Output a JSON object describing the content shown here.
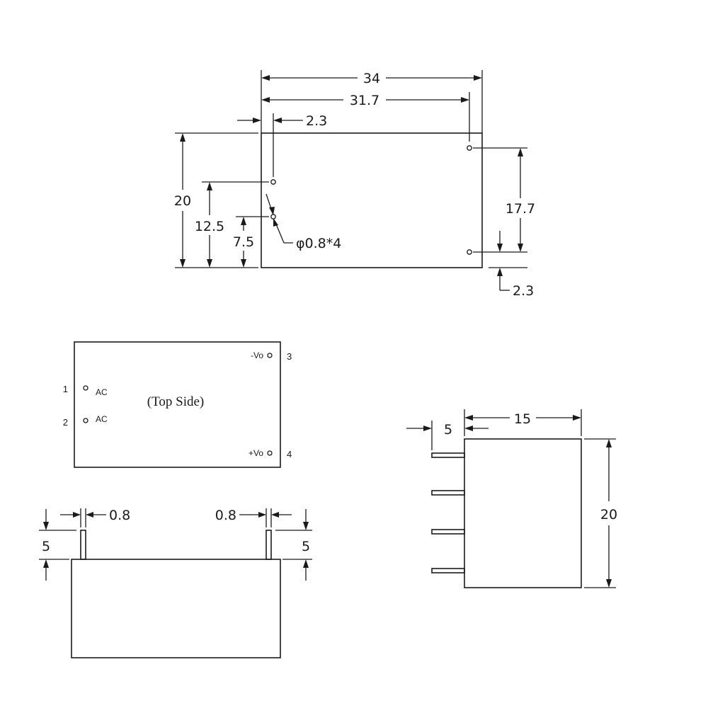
{
  "top_view": {
    "overall_width": "34",
    "hole_span_x": "31.7",
    "left_offset": "2.3",
    "height": "20",
    "hole_y1": "12.5",
    "hole_y2": "7.5",
    "hole_span_y": "17.7",
    "bottom_offset": "2.3",
    "hole_spec": "φ0.8*4"
  },
  "pin_view": {
    "title": "(Top Side)",
    "pins": [
      {
        "num": "1",
        "label": "AC"
      },
      {
        "num": "2",
        "label": "AC"
      },
      {
        "num": "3",
        "label": "-Vo"
      },
      {
        "num": "4",
        "label": "+Vo"
      }
    ]
  },
  "front_view": {
    "pin_width_left": "0.8",
    "pin_width_right": "0.8",
    "pin_length_left": "5",
    "pin_length_right": "5"
  },
  "side_view": {
    "width": "15",
    "pin_length": "5",
    "height": "20"
  }
}
